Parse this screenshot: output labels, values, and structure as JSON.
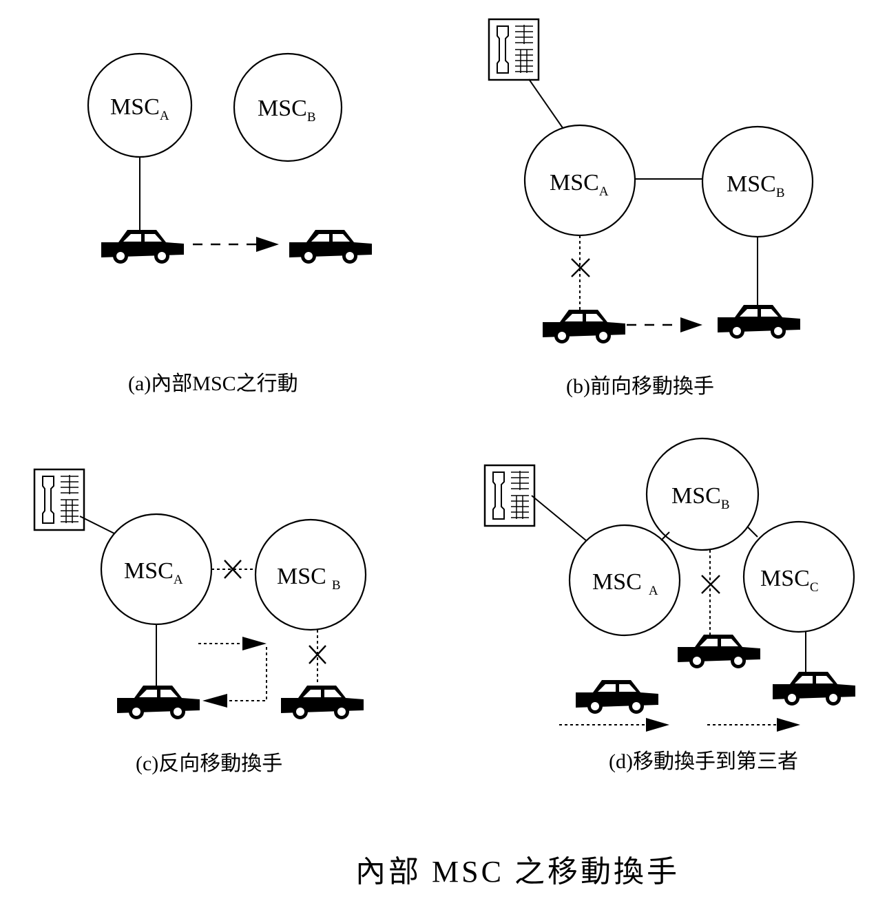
{
  "title": "內部 MSC 之移動換手",
  "panels": {
    "a": {
      "caption": "(a)內部MSC之行動",
      "msc_a": {
        "main": "MSC",
        "sub": "A"
      },
      "msc_b": {
        "main": "MSC",
        "sub": "B"
      }
    },
    "b": {
      "caption": "(b)前向移動換手",
      "msc_a": {
        "main": "MSC",
        "sub": "A"
      },
      "msc_b": {
        "main": "MSC",
        "sub": "B"
      }
    },
    "c": {
      "caption": "(c)反向移動換手",
      "msc_a": {
        "main": "MSC",
        "sub": "A"
      },
      "msc_b": {
        "main": "MSC",
        "sub": "B"
      }
    },
    "d": {
      "caption": "(d)移動換手到第三者",
      "msc_a": {
        "main": "MSC",
        "sub": "A"
      },
      "msc_b": {
        "main": "MSC",
        "sub": "B"
      },
      "msc_c": {
        "main": "MSC",
        "sub": "C"
      }
    }
  },
  "icons": [
    "car-icon",
    "telephone-icon",
    "x-mark-icon",
    "arrow-icon"
  ]
}
